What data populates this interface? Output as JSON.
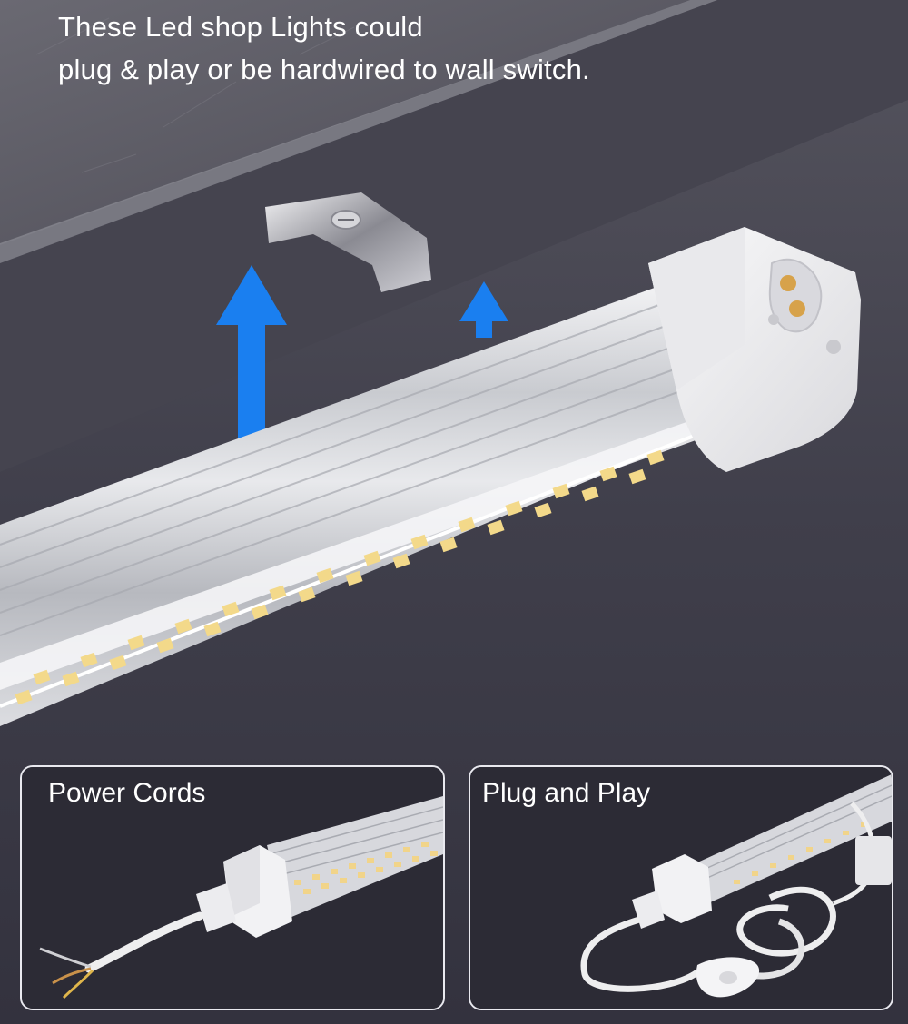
{
  "headline": {
    "line1": "These Led shop Lights could",
    "line2": "plug & play or be hardwired to wall switch."
  },
  "panels": [
    {
      "title": "Power Cords"
    },
    {
      "title": "Plug and Play"
    }
  ],
  "colors": {
    "background": "#3d3c48",
    "arrow": "#1a7ff0",
    "led": "#f3d98a",
    "housing": "#f1f1f3",
    "panel_border": "#e9e9ef"
  },
  "icons": [
    "mounting-clip",
    "up-arrow-icon",
    "led-tube",
    "end-cap",
    "power-cord",
    "plug",
    "inline-switch"
  ]
}
